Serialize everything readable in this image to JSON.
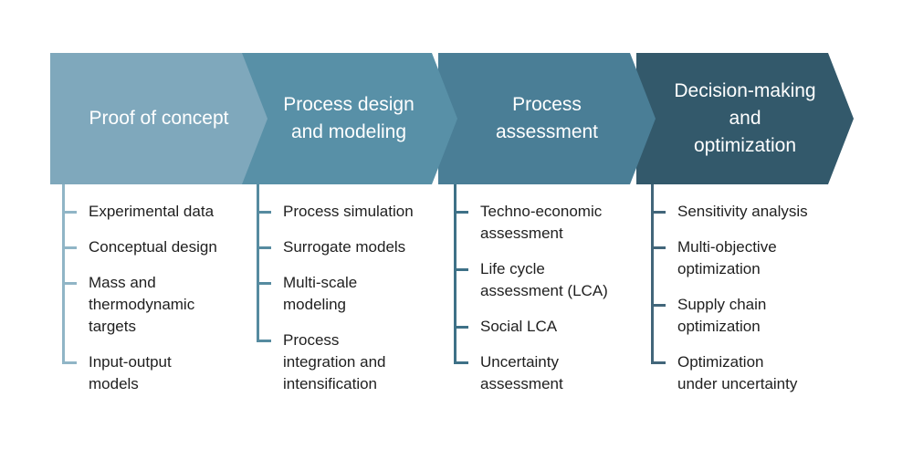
{
  "diagram": {
    "stages": [
      {
        "label": "Proof of concept",
        "fill": "#7FA8BC",
        "bracket": "#90B5C6",
        "items": [
          "Experimental data",
          "Conceptual design",
          "Mass and\nthermodynamic\ntargets",
          "Input-output\nmodels"
        ]
      },
      {
        "label": "Process design\nand modeling",
        "fill": "#5890A7",
        "bracket": "#568BA0",
        "items": [
          "Process simulation",
          "Surrogate models",
          "Multi-scale\nmodeling",
          "Process\nintegration and\nintensification"
        ]
      },
      {
        "label": "Process\nassessment",
        "fill": "#4A7E96",
        "bracket": "#3E7187",
        "items": [
          "Techno-economic\nassessment",
          "Life cycle\nassessment (LCA)",
          "Social LCA",
          "Uncertainty\nassessment"
        ]
      },
      {
        "label": "Decision-making\nand\noptimization",
        "fill": "#33596B",
        "bracket": "#42667A",
        "items": [
          "Sensitivity analysis",
          "Multi-objective\noptimization",
          "Supply chain\noptimization",
          "Optimization\nunder uncertainty"
        ]
      }
    ]
  }
}
